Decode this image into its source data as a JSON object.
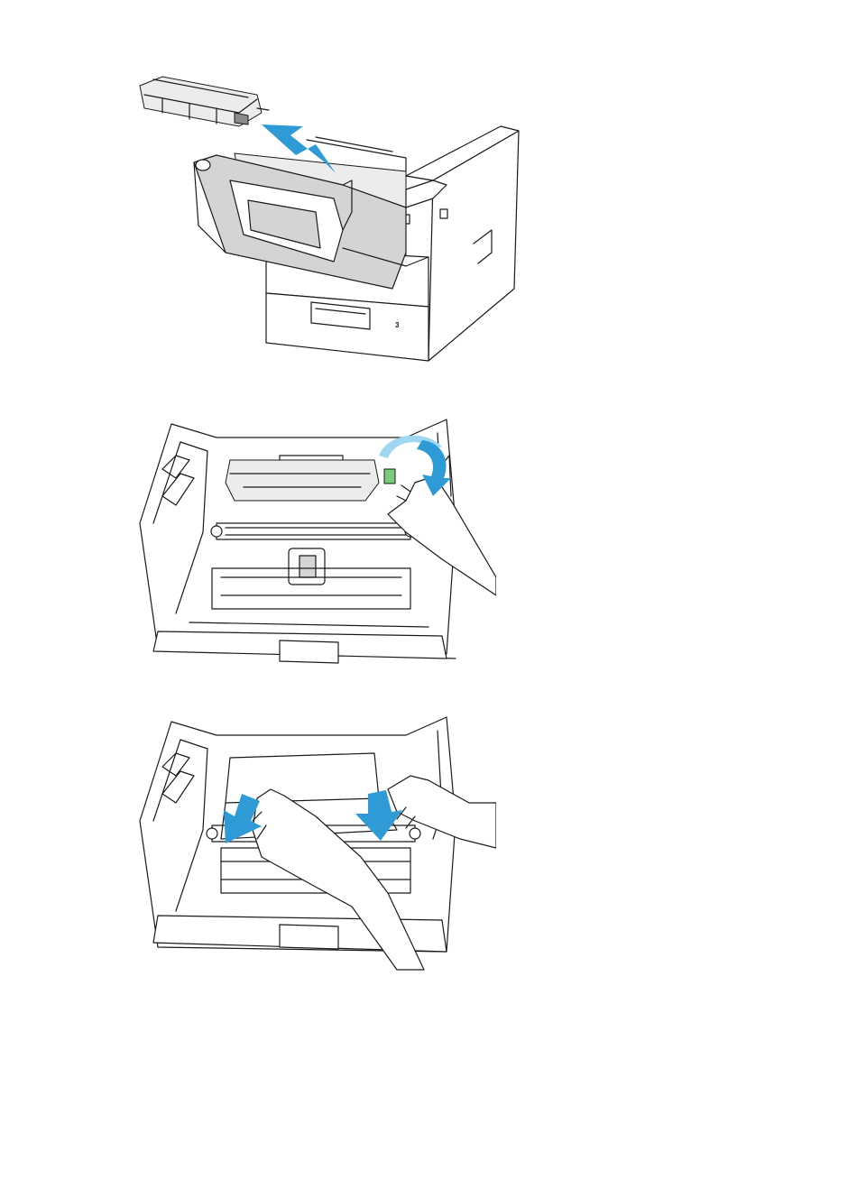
{
  "figures": [
    {
      "id": "fig1",
      "tray_number": "3"
    },
    {
      "id": "fig2"
    },
    {
      "id": "fig3"
    }
  ],
  "colors": {
    "arrow": "#2e9bd6",
    "arrow_light": "#9fd6f2",
    "line": "#1a1a1a",
    "panel": "#d4d4d4"
  }
}
